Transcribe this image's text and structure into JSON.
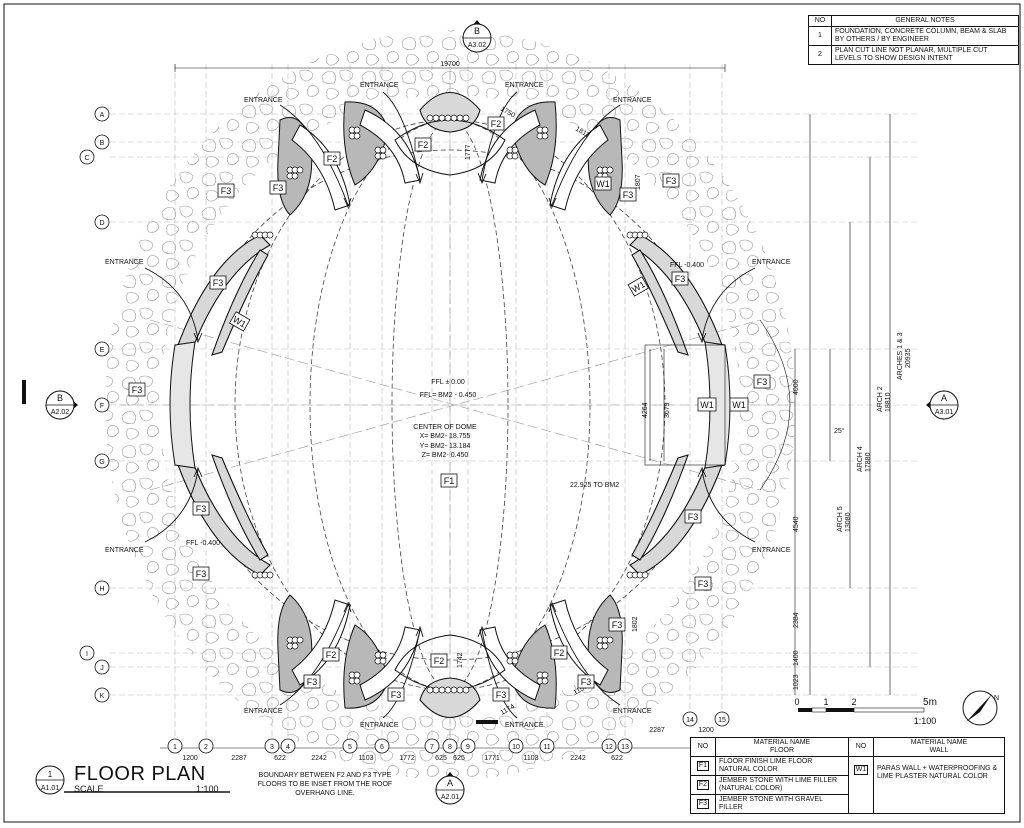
{
  "general_notes": {
    "header_no": "NO",
    "header_title": "GENERAL NOTES",
    "rows": [
      {
        "no": "1",
        "text": "FOUNDATION, CONCRETE COLUMN, BEAM & SLAB BY OTHERS / BY ENGINEER"
      },
      {
        "no": "2",
        "text": "PLAN CUT LINE NOT PLANAR, MULTIPLE CUT LEVELS TO SHOW DESIGN INTENT"
      }
    ]
  },
  "title_block": {
    "title": "FLOOR PLAN",
    "scale_label": "SCALE",
    "scale_value": "1:100",
    "ref_num": "1",
    "ref_sheet": "A1.01",
    "note": "BOUNDARY BETWEEN F2 AND F3 TYPE FLOORS TO BE INSET FROM THE ROOF OVERHANG LINE."
  },
  "materials": {
    "floor_header_no": "NO",
    "floor_header_name": "MATERIAL NAME",
    "floor_header_sub": "FLOOR",
    "wall_header_no": "NO",
    "wall_header_name": "MATERIAL NAME",
    "wall_header_sub": "WALL",
    "floors": [
      {
        "tag": "F1",
        "text": "FLOOR FINISH LIME FLOOR NATURAL COLOR"
      },
      {
        "tag": "F2",
        "text": "JEMBER STONE WITH LIME FILLER (NATURAL COLOR)"
      },
      {
        "tag": "F3",
        "text": "JEMBER STONE WITH GRAVEL FILLER"
      }
    ],
    "walls": [
      {
        "tag": "W1",
        "text": "PARAS WALL + WATERPROOFING & LIME PLASTER NATURAL COLOR"
      }
    ]
  },
  "bar_scale": {
    "labels": [
      "0",
      "1",
      "2",
      "5m"
    ],
    "ratio": "1:100"
  },
  "plan_labels": {
    "center_ffl": "FFL ± 0.00",
    "center_ffl2": "FFL= BM2 - 0.450",
    "center_title": "CENTER OF DOME",
    "center_x": "X= BM2- 18.755",
    "center_y": "Y= BM2- 13.184",
    "center_z": "Z= BM2- 0.450",
    "to_bm2": "22.925 TO BM2",
    "angle": "25°",
    "ffl_left": "FFL -0.400",
    "ffl_right": "FFL -0.400",
    "entrance": "ENTRANCE"
  },
  "section_markers": {
    "top": {
      "letter": "B",
      "sheet": "A3.02"
    },
    "left": {
      "letter": "B",
      "sheet": "A2.02"
    },
    "right": {
      "letter": "A",
      "sheet": "A3.01"
    },
    "bottom": {
      "letter": "A",
      "sheet": "A2.01"
    }
  },
  "grid_rows": [
    "A",
    "B",
    "C",
    "D",
    "E",
    "F",
    "G",
    "H",
    "I",
    "J",
    "K"
  ],
  "grid_cols": [
    "1",
    "2",
    "3",
    "4",
    "5",
    "6",
    "7",
    "8",
    "9",
    "10",
    "11",
    "12",
    "13",
    "14",
    "15"
  ],
  "dimensions": {
    "top_total": "19700",
    "bottom": [
      "1200",
      "2287",
      "622",
      "2242",
      "1103",
      "1772",
      "625",
      "625",
      "1771",
      "1103",
      "2242",
      "622",
      "2287",
      "1200"
    ],
    "right_vertical": [
      "4000",
      "4540",
      "2384",
      "1400",
      "1023"
    ],
    "arches": [
      "ARCHES 1 & 3",
      "20935",
      "ARCH 2",
      "18810",
      "ARCH 4",
      "17880",
      "ARCH 5",
      "13080"
    ],
    "inner_width": [
      "4264",
      "3679"
    ],
    "small": [
      "1750",
      "1777",
      "1811",
      "1807",
      "1802",
      "1174",
      "1742",
      "1150"
    ]
  },
  "floor_tags": [
    "F1",
    "F2",
    "F3"
  ],
  "wall_tags": [
    "W1"
  ]
}
